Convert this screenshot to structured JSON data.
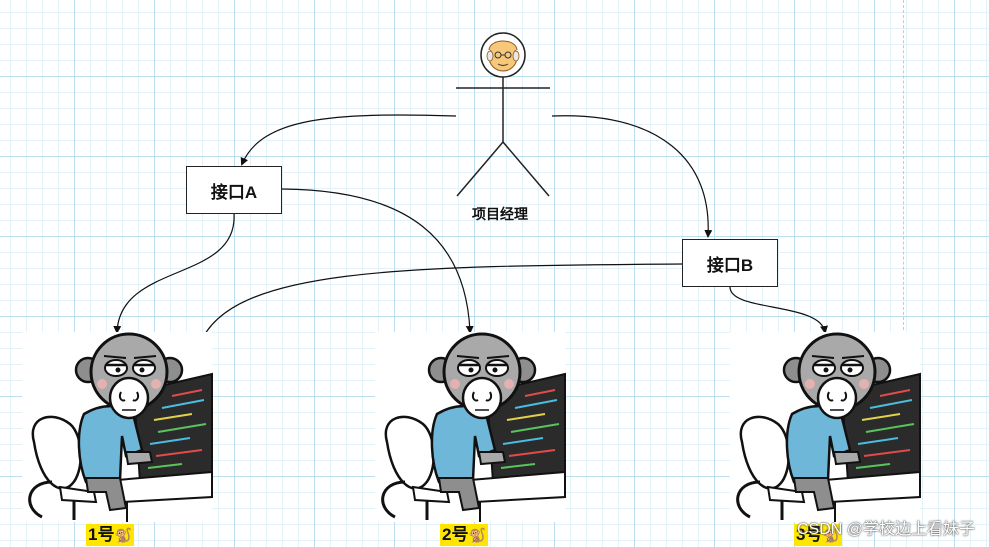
{
  "project_manager": {
    "label": "项目经理",
    "avatar_icon": "bald-man-face-icon"
  },
  "interfaces": [
    {
      "id": "a",
      "label": "接口A"
    },
    {
      "id": "b",
      "label": "接口B"
    }
  ],
  "developers": [
    {
      "id": "1",
      "label": "1号",
      "icon": "monkey-icon"
    },
    {
      "id": "2",
      "label": "2号",
      "icon": "monkey-icon"
    },
    {
      "id": "3",
      "label": "3号",
      "icon": "monkey-icon"
    }
  ],
  "watermark": "CSDN @学校边上看妹子",
  "colors": {
    "tag_background": "#ffe600",
    "monkey_face": "#a9a9a9",
    "shirt": "#6fb7d9",
    "avatar_face": "#f7c77a"
  }
}
